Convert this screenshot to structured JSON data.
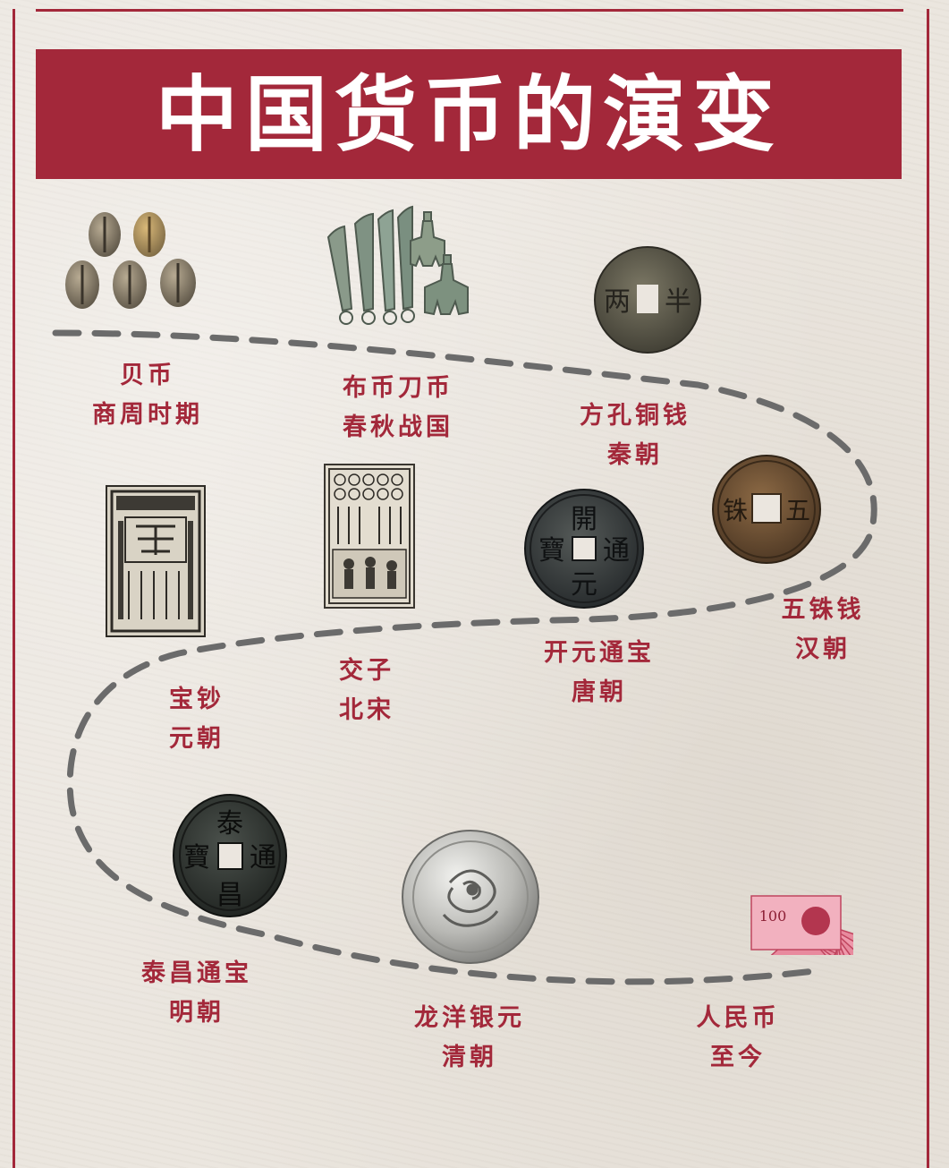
{
  "title": "中国货币的演变",
  "colors": {
    "accent": "#a3283a",
    "background": "#ebe6df",
    "dash": "#6b6b6b"
  },
  "items": [
    {
      "id": "shell",
      "name": "贝币",
      "period": "商周时期"
    },
    {
      "id": "spade-knife",
      "name": "布币刀币",
      "period": "春秋战国"
    },
    {
      "id": "square-hole",
      "name": "方孔铜钱",
      "period": "秦朝"
    },
    {
      "id": "wuzhu",
      "name": "五铢钱",
      "period": "汉朝"
    },
    {
      "id": "kaiyuan",
      "name": "开元通宝",
      "period": "唐朝"
    },
    {
      "id": "jiaozi",
      "name": "交子",
      "period": "北宋"
    },
    {
      "id": "baochao",
      "name": "宝钞",
      "period": "元朝"
    },
    {
      "id": "taichang",
      "name": "泰昌通宝",
      "period": "明朝"
    },
    {
      "id": "longyang",
      "name": "龙洋银元",
      "period": "清朝"
    },
    {
      "id": "rmb",
      "name": "人民币",
      "period": "至今"
    }
  ],
  "coin_glyphs": {
    "square_hole": [
      "半",
      "两"
    ],
    "wuzhu": [
      "五",
      "铢"
    ],
    "kaiyuan": [
      "開",
      "元",
      "通",
      "寶"
    ],
    "taichang": [
      "泰",
      "昌",
      "通",
      "寶"
    ],
    "rmb_denomination": "100"
  }
}
